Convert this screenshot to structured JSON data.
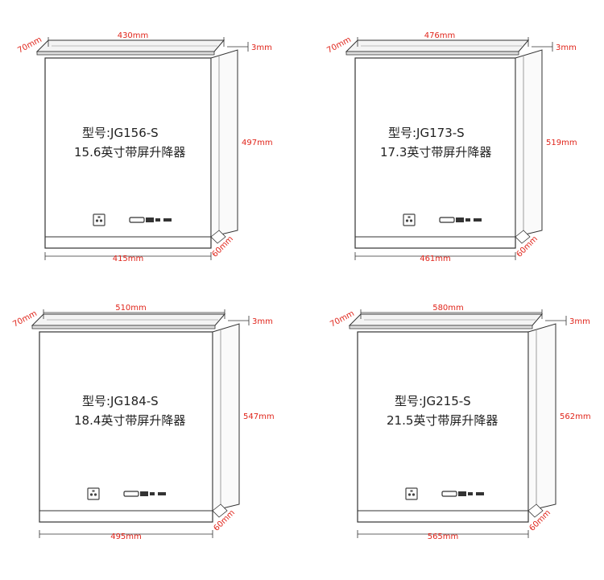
{
  "products": [
    {
      "model": "型号:JG156-S",
      "desc": "15.6英寸带屏升降器",
      "top_width": "430mm",
      "depth": "70mm",
      "thickness": "3mm",
      "height": "497mm",
      "bottom_width": "415mm",
      "side": "60mm"
    },
    {
      "model": "型号:JG173-S",
      "desc": "17.3英寸带屏升降器",
      "top_width": "476mm",
      "depth": "70mm",
      "thickness": "3mm",
      "height": "519mm",
      "bottom_width": "461mm",
      "side": "60mm"
    },
    {
      "model": "型号:JG184-S",
      "desc": "18.4英寸带屏升降器",
      "top_width": "510mm",
      "depth": "70mm",
      "thickness": "3mm",
      "height": "547mm",
      "bottom_width": "495mm",
      "side": "60mm"
    },
    {
      "model": "型号:JG215-S",
      "desc": "21.5英寸带屏升降器",
      "top_width": "580mm",
      "depth": "70mm",
      "thickness": "3mm",
      "height": "562mm",
      "bottom_width": "565mm",
      "side": "60mm"
    }
  ],
  "colors": {
    "dimension": "#e0251b",
    "outline": "#333333",
    "text": "#222222"
  },
  "icons": [
    "power-socket-icon",
    "port-panel-icon"
  ]
}
